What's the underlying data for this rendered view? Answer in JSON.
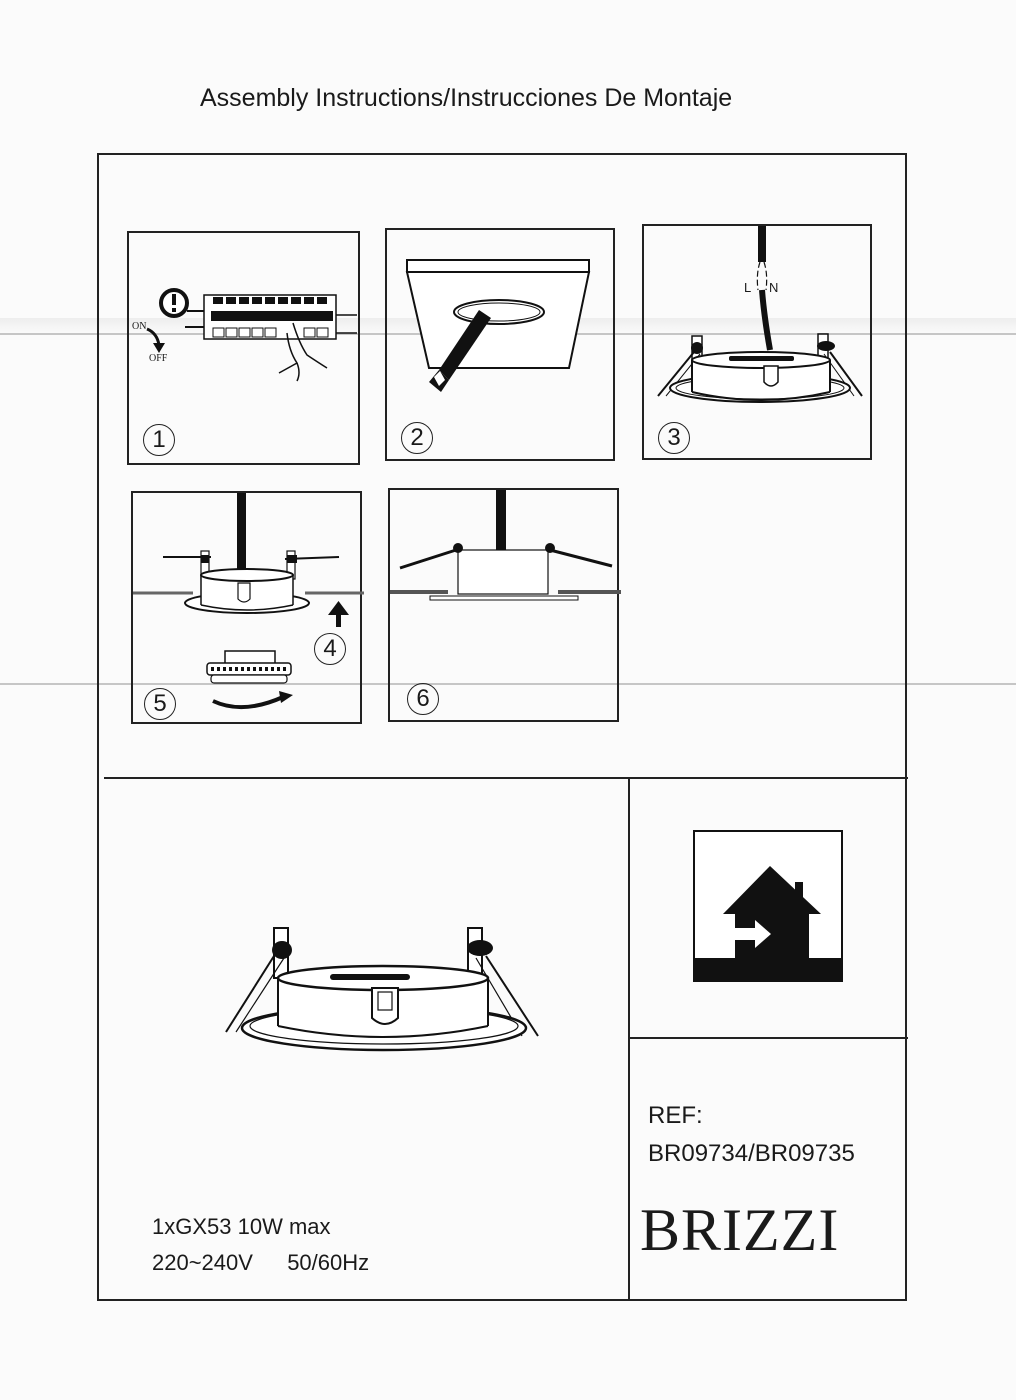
{
  "document": {
    "title": "Assembly Instructions/Instrucciones De Montaje",
    "steps": [
      {
        "number": "1",
        "description": "Switch off breaker",
        "labels": {
          "on": "ON",
          "off": "OFF",
          "warning": "!"
        }
      },
      {
        "number": "2",
        "description": "Cut hole in ceiling"
      },
      {
        "number": "3",
        "description": "Connect wires",
        "labels": {
          "live": "L",
          "neutral": "N"
        }
      },
      {
        "number": "4",
        "description": "Push fixture up into ceiling"
      },
      {
        "number": "5",
        "description": "Twist in GX53 lamp"
      },
      {
        "number": "6",
        "description": "Fixture installed"
      }
    ],
    "specs": {
      "line1": "1xGX53 10W max",
      "line2_voltage": "220~240V",
      "line2_frequency": "50/60Hz"
    },
    "indoor_use_icon": "house-indoor-icon",
    "reference": {
      "label": "REF:",
      "codes": "BR09734/BR09735"
    },
    "brand": "BRIZZI"
  }
}
